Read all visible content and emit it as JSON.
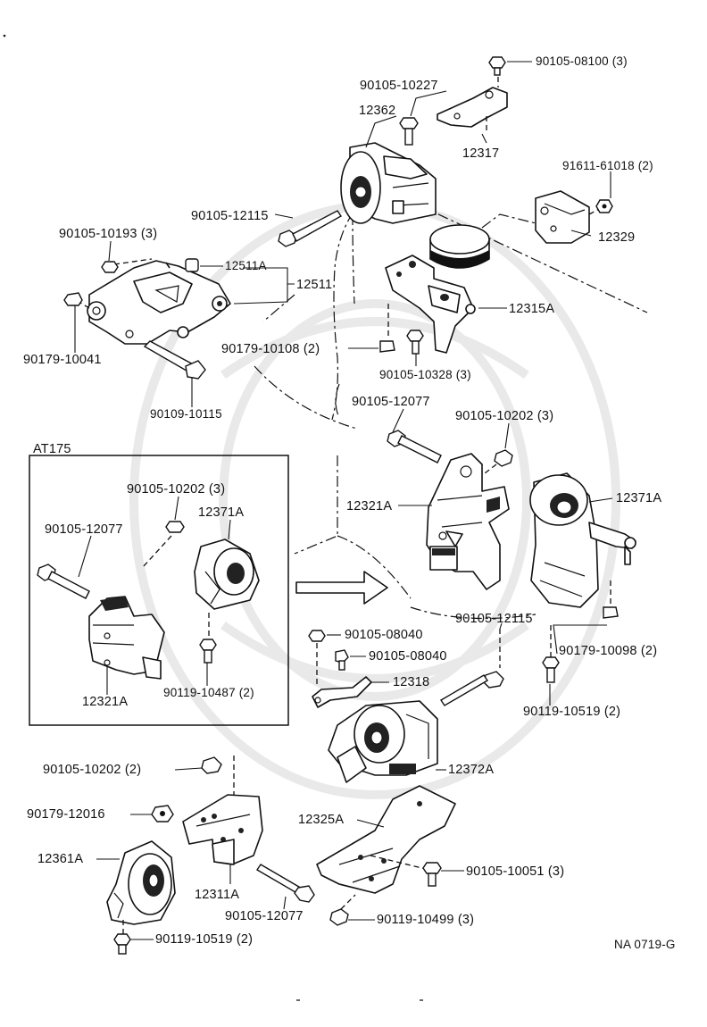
{
  "diagram_code": "NA 0719-G",
  "inset": {
    "title": "AT175"
  },
  "labels": {
    "p90105_08100": "90105-08100 (3)",
    "p90105_10227": "90105-10227",
    "p12362": "12362",
    "p12317": "12317",
    "p91611_61018": "91611-61018 (2)",
    "p90105_12115_top": "90105-12115",
    "p12329": "12329",
    "p90105_10193": "90105-10193 (3)",
    "p12511A": "12511A",
    "p12511": "12511",
    "p12315A": "12315A",
    "p90179_10041": "90179-10041",
    "p90179_10108": "90179-10108 (2)",
    "p90105_10328": "90105-10328 (3)",
    "p90109_10115": "90109-10115",
    "p90105_12077_mid": "90105-12077",
    "p90105_10202_mid": "90105-10202 (3)",
    "p12321A_mid": "12321A",
    "p12371A_mid": "12371A",
    "p90105_10202_inset": "90105-10202 (3)",
    "p12371A_inset": "12371A",
    "p90105_12077_inset": "90105-12077",
    "p12321A_inset": "12321A",
    "p90119_10487": "90119-10487 (2)",
    "p90105_12115_mid": "90105-12115",
    "p90105_08040_a": "90105-08040",
    "p90105_08040_b": "90105-08040",
    "p12318": "12318",
    "p90179_10098": "90179-10098 (2)",
    "p90119_10519_right": "90119-10519 (2)",
    "p90105_10202_low": "90105-10202 (2)",
    "p12372A": "12372A",
    "p90179_12016": "90179-12016",
    "p12325A": "12325A",
    "p12361A": "12361A",
    "p90105_10051": "90105-10051 (3)",
    "p12311A": "12311A",
    "p90105_12077_low": "90105-12077",
    "p90119_10499": "90119-10499 (3)",
    "p90119_10519_low": "90119-10519 (2)"
  }
}
